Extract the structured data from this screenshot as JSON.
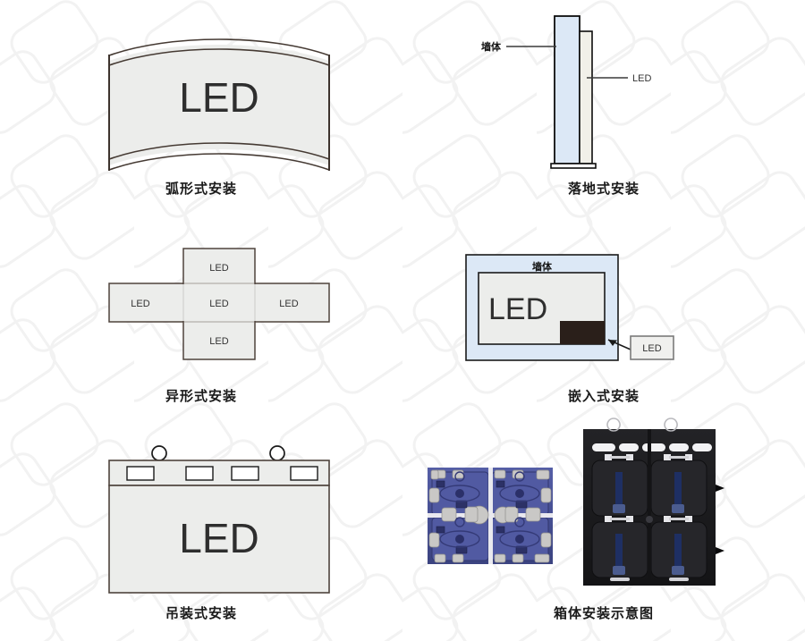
{
  "page": {
    "background_color": "#ffffff",
    "watermark": {
      "name": "rounded-square-lattice",
      "color": "#f4f4f4"
    }
  },
  "palette": {
    "panel_fill": "#ecedeb",
    "panel_stroke": "#5b5048",
    "wall_fill": "#dce8f6",
    "wall_stroke": "#0d0d0d",
    "led_strip_fill": "#f0efe8",
    "dark_block": "#2a1f1a",
    "callout_fill": "#f0f0ee",
    "callout_stroke": "#7a7a7a",
    "text_dark": "#2e2e2e",
    "caption_color": "#1a1a1a",
    "cabinet_blue": "#4a5296",
    "cabinet_black": "#1d1d1f"
  },
  "diagrams": [
    {
      "id": "arc",
      "caption": "弧形式安装",
      "panel_label": "LED",
      "type": "curved-panel"
    },
    {
      "id": "floor",
      "caption": "落地式安装",
      "labels": {
        "wall": "墙体",
        "led": "LED"
      },
      "type": "floor-standing"
    },
    {
      "id": "irregular",
      "caption": "异形式安装",
      "cells": [
        "LED",
        "LED",
        "LED",
        "LED"
      ],
      "type": "cross-shape"
    },
    {
      "id": "embedded",
      "caption": "嵌入式安装",
      "labels": {
        "wall": "墙体",
        "screen": "LED",
        "callout": "LED"
      },
      "type": "recessed"
    },
    {
      "id": "hanging",
      "caption": "吊装式安装",
      "panel_label": "LED",
      "hook_count": 2,
      "bracket_count": 4,
      "type": "suspended"
    },
    {
      "id": "cabinet",
      "caption": "箱体安装示意图",
      "type": "cabinet-photos",
      "photos": [
        "blue-led-cabinet-rear",
        "black-led-cabinet-rear"
      ]
    }
  ]
}
